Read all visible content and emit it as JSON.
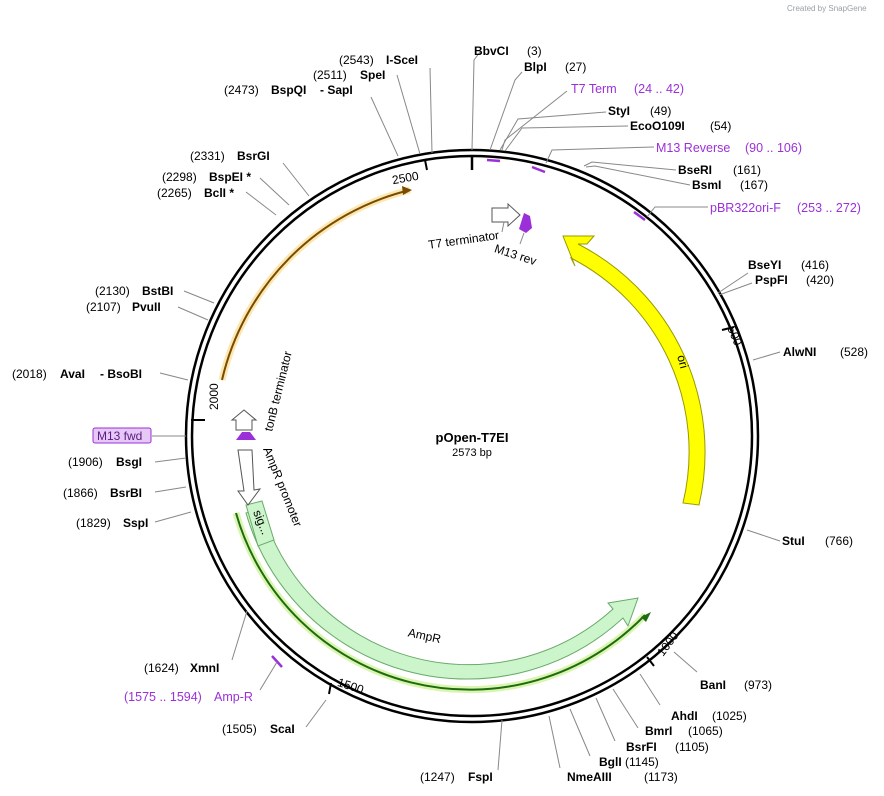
{
  "credit": "Created by SnapGene",
  "plasmid": {
    "name": "pOpen-T7EI",
    "length": "2573 bp"
  },
  "ticks": [
    "500",
    "1000",
    "1500",
    "2000",
    "2500"
  ],
  "features": {
    "ori": "ori",
    "ampr": "AmpR",
    "ampr_promoter": "AmpR promoter",
    "sig": "sig...",
    "tonb": "tonB terminator",
    "t7_term": "T7 terminator",
    "m13_rev": "M13 rev"
  },
  "enzymes": [
    {
      "name": "BbvCI",
      "pos": "(3)"
    },
    {
      "name": "BlpI",
      "pos": "(27)"
    },
    {
      "name": "StyI",
      "pos": "(49)"
    },
    {
      "name": "EcoO109I",
      "pos": "(54)"
    },
    {
      "name": "BseRI",
      "pos": "(161)"
    },
    {
      "name": "BsmI",
      "pos": "(167)"
    },
    {
      "name": "BseYI",
      "pos": "(416)"
    },
    {
      "name": "PspFI",
      "pos": "(420)"
    },
    {
      "name": "AlwNI",
      "pos": "(528)"
    },
    {
      "name": "StuI",
      "pos": "(766)"
    },
    {
      "name": "BanI",
      "pos": "(973)"
    },
    {
      "name": "AhdI",
      "pos": "(1025)"
    },
    {
      "name": "BmrI",
      "pos": "(1065)"
    },
    {
      "name": "BsrFI",
      "pos": "(1105)"
    },
    {
      "name": "BglI",
      "pos": "(1145)"
    },
    {
      "name": "NmeAIII",
      "pos": "(1173)"
    },
    {
      "name": "FspI",
      "pos": "(1247)"
    },
    {
      "name": "ScaI",
      "pos": "(1505)"
    },
    {
      "name": "XmnI",
      "pos": "(1624)"
    },
    {
      "name": "SspI",
      "pos": "(1829)"
    },
    {
      "name": "BsrBI",
      "pos": "(1866)"
    },
    {
      "name": "BsgI",
      "pos": "(1906)"
    },
    {
      "name": "AvaI",
      "pos": "(2018)",
      "extra": "- BsoBI"
    },
    {
      "name": "PvuII",
      "pos": "(2107)"
    },
    {
      "name": "BstBI",
      "pos": "(2130)"
    },
    {
      "name": "BclI *",
      "pos": "(2265)"
    },
    {
      "name": "BspEI *",
      "pos": "(2298)"
    },
    {
      "name": "BsrGI",
      "pos": "(2331)"
    },
    {
      "name": "BspQI",
      "pos": "(2473)",
      "extra": "- SapI"
    },
    {
      "name": "SpeI",
      "pos": "(2511)"
    },
    {
      "name": "I-SceI",
      "pos": "(2543)"
    }
  ],
  "primers": [
    {
      "name": "T7 Term",
      "range": "(24 .. 42)"
    },
    {
      "name": "M13 Reverse",
      "range": "(90 .. 106)"
    },
    {
      "name": "pBR322ori-F",
      "range": "(253 .. 272)"
    },
    {
      "name": "M13 fwd",
      "range": ""
    },
    {
      "name": "Amp-R",
      "range": "(1575 .. 1594)"
    }
  ],
  "colors": {
    "ori": "#ffff00",
    "ampr": "#ccf5cc",
    "primer": "#9b30d9",
    "promoter": "#ffffff",
    "backbone": "#000000"
  }
}
